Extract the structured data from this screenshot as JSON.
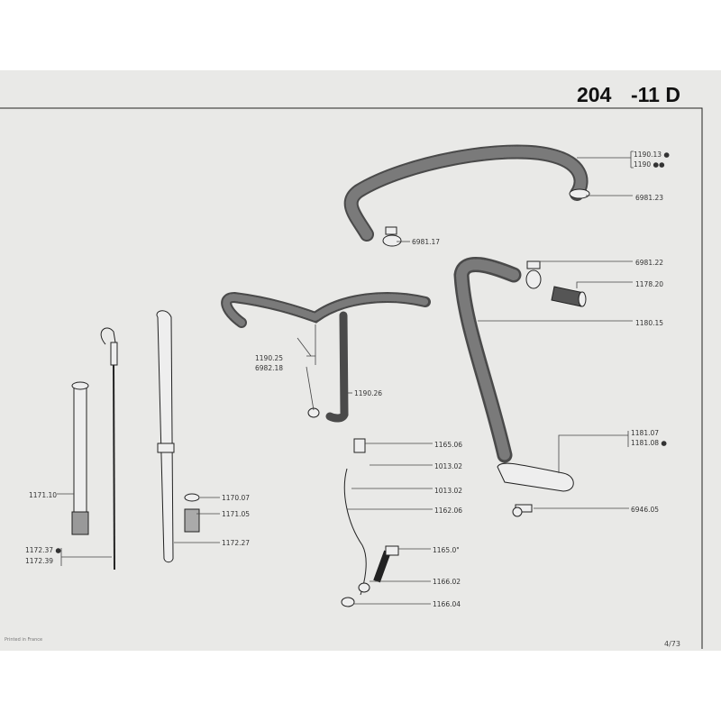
{
  "title": {
    "model": "204",
    "section": "-11 D"
  },
  "labels": {
    "l1190_13": "1190.13 ●",
    "l1190": "1190 ●●",
    "l6981_23": "6981.23",
    "l6981_17": "6981.17",
    "l6981_22": "6981.22",
    "l1178_20": "1178.20",
    "l1180_15": "1180.15",
    "l1190_25": "1190.25",
    "l6982_18": "6982.18",
    "l1190_26": "1190.26",
    "l1181_07": "1181.07",
    "l1181_08": "1181.08 ●",
    "l1165_06": "1165.06",
    "l1013_02a": "1013.02",
    "l1013_02b": "1013.02",
    "l1162_06": "1162.06",
    "l6946_05": "6946.05",
    "l1171_10": "1171.10",
    "l1170_07": "1170.07",
    "l1171_05": "1171.05",
    "l1172_27": "1172.27",
    "l1172_37": "1172.37 ●",
    "l1172_39": "1172.39",
    "l1165_0x": "1165.0\"",
    "l1166_02": "1166.02",
    "l1166_04": "1166.04"
  },
  "footer": {
    "printed": "Printed in France",
    "page": "4/73"
  }
}
